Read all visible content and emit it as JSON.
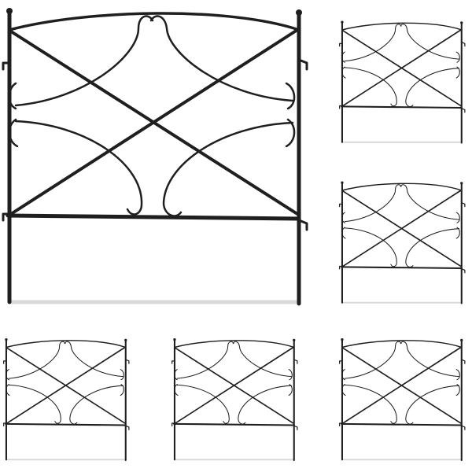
{
  "image": {
    "subject": "garden-fence-panel",
    "material": "black-metal",
    "colors": {
      "background": "#ffffff",
      "metal": "#1f1f1f",
      "shadow": "#d6d6d6"
    }
  },
  "panels": [
    {
      "id": "main"
    },
    {
      "id": "side-top"
    },
    {
      "id": "side-middle"
    },
    {
      "id": "bottom-left"
    },
    {
      "id": "bottom-center"
    },
    {
      "id": "bottom-right"
    }
  ]
}
